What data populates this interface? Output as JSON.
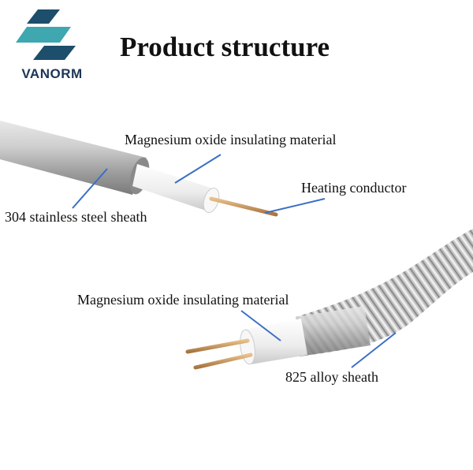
{
  "logo": {
    "text": "VANORM",
    "icon": "vanorm-logo-icon"
  },
  "title": "Product structure",
  "labels": {
    "magnesium_oxide_top": "Magnesium oxide insulating material",
    "heating_conductor": "Heating conductor",
    "stainless_sheath": "304 stainless steel sheath",
    "magnesium_oxide_bottom": "Magnesium oxide insulating material",
    "alloy_sheath": "825 alloy sheath"
  },
  "colors": {
    "logo_dark": "#1d4e6b",
    "logo_light": "#3fa7b0",
    "leader_line": "#3a6fc4",
    "insulation": "#f2f2f2",
    "copper": "#c8965a"
  }
}
